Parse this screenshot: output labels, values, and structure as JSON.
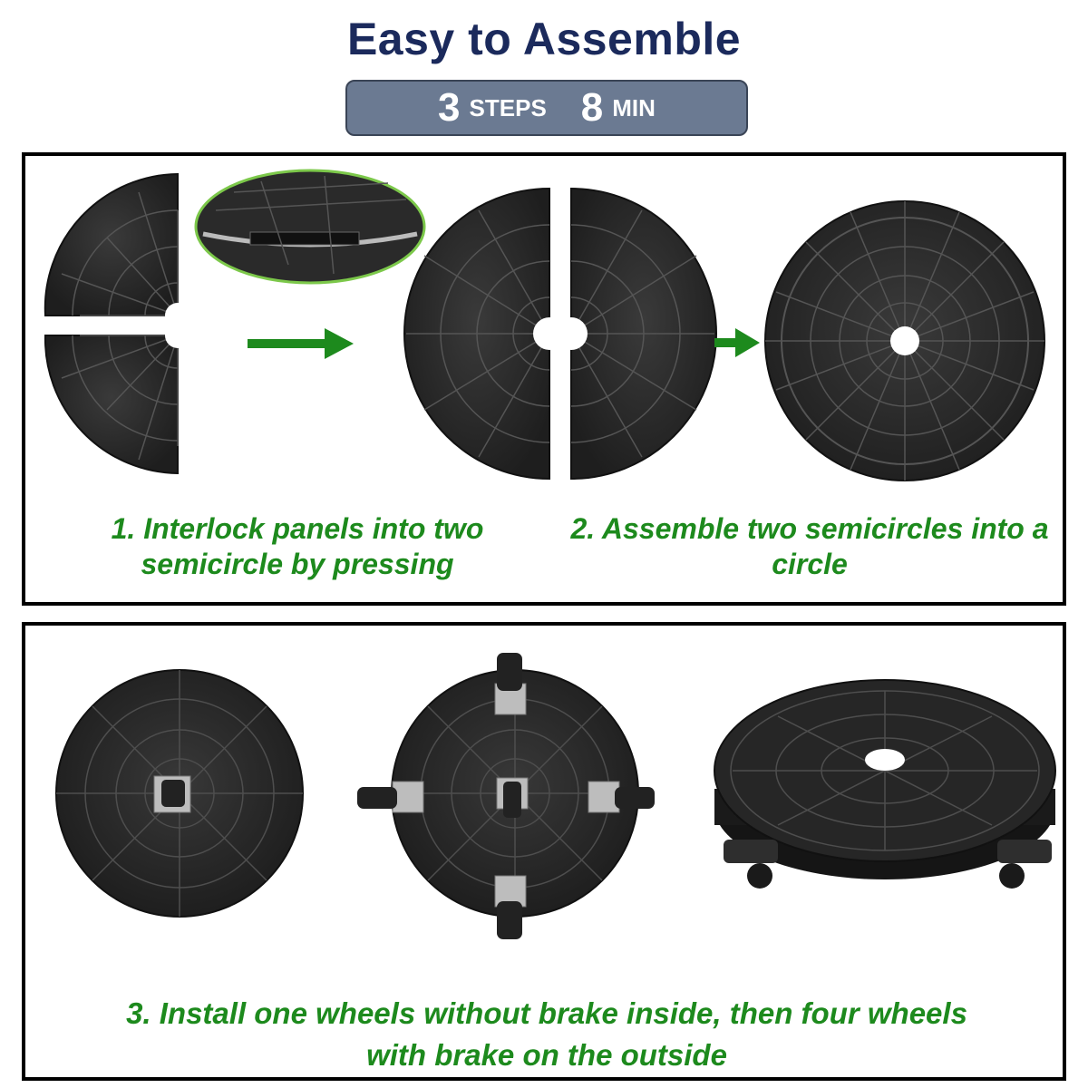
{
  "header": {
    "title": "Easy to Assemble",
    "steps_number": "3",
    "steps_unit": "STEPS",
    "time_number": "8",
    "time_unit": "MIN"
  },
  "step1": {
    "line1": "1. Interlock panels into",
    "line2": "two semicircle by pressing"
  },
  "step2": {
    "line1": "2. Assemble two semicircles",
    "line2": "into a circle"
  },
  "step3": {
    "line1": "3. Install one wheels without brake inside,",
    "line2": "then four wheels with brake on the outside"
  },
  "colors": {
    "title": "#1b2a5c",
    "pill": "#6b7a92",
    "caption": "#1d8a1d",
    "arrow": "#1d8a1d",
    "product": "#2a2a2a"
  }
}
